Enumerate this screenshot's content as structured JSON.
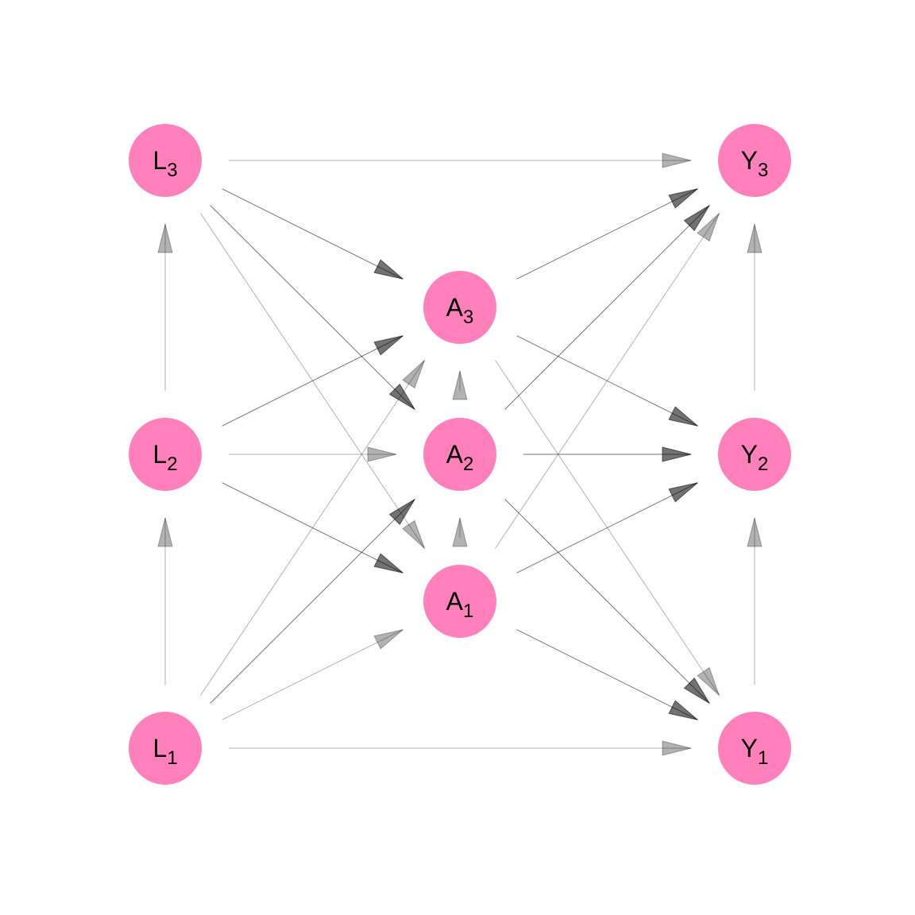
{
  "colors": {
    "node_fill": "#ff80bb",
    "edge": "#000000",
    "background": "#ffffff"
  },
  "nodes": [
    {
      "id": "L1",
      "base": "L",
      "sub": "1"
    },
    {
      "id": "L2",
      "base": "L",
      "sub": "2"
    },
    {
      "id": "L3",
      "base": "L",
      "sub": "3"
    },
    {
      "id": "A1",
      "base": "A",
      "sub": "1"
    },
    {
      "id": "A2",
      "base": "A",
      "sub": "2"
    },
    {
      "id": "A3",
      "base": "A",
      "sub": "3"
    },
    {
      "id": "Y1",
      "base": "Y",
      "sub": "1"
    },
    {
      "id": "Y2",
      "base": "Y",
      "sub": "2"
    },
    {
      "id": "Y3",
      "base": "Y",
      "sub": "3"
    }
  ],
  "edges": [
    {
      "from": "L1",
      "to": "L2",
      "strength": 0.3
    },
    {
      "from": "L2",
      "to": "L3",
      "strength": 0.3
    },
    {
      "from": "Y1",
      "to": "Y2",
      "strength": 0.3
    },
    {
      "from": "Y2",
      "to": "Y3",
      "strength": 0.3
    },
    {
      "from": "A1",
      "to": "A2",
      "strength": 0.3
    },
    {
      "from": "A2",
      "to": "A3",
      "strength": 0.3
    },
    {
      "from": "L1",
      "to": "Y1",
      "strength": 0.3
    },
    {
      "from": "L2",
      "to": "A2",
      "strength": 0.3
    },
    {
      "from": "L3",
      "to": "Y3",
      "strength": 0.3
    },
    {
      "from": "L1",
      "to": "A1",
      "strength": 0.3
    },
    {
      "from": "L1",
      "to": "A2",
      "strength": 0.55
    },
    {
      "from": "L1",
      "to": "A3",
      "strength": 0.3
    },
    {
      "from": "L2",
      "to": "A1",
      "strength": 0.55
    },
    {
      "from": "L2",
      "to": "A3",
      "strength": 0.55
    },
    {
      "from": "L3",
      "to": "A1",
      "strength": 0.3
    },
    {
      "from": "L3",
      "to": "A2",
      "strength": 0.55
    },
    {
      "from": "L3",
      "to": "A3",
      "strength": 0.55
    },
    {
      "from": "A2",
      "to": "Y2",
      "strength": 0.55
    },
    {
      "from": "A1",
      "to": "Y1",
      "strength": 0.55
    },
    {
      "from": "A1",
      "to": "Y2",
      "strength": 0.55
    },
    {
      "from": "A1",
      "to": "Y3",
      "strength": 0.3
    },
    {
      "from": "A2",
      "to": "Y1",
      "strength": 0.55
    },
    {
      "from": "A2",
      "to": "Y3",
      "strength": 0.55
    },
    {
      "from": "A3",
      "to": "Y1",
      "strength": 0.3
    },
    {
      "from": "A3",
      "to": "Y2",
      "strength": 0.55
    },
    {
      "from": "A3",
      "to": "Y3",
      "strength": 0.55
    }
  ]
}
